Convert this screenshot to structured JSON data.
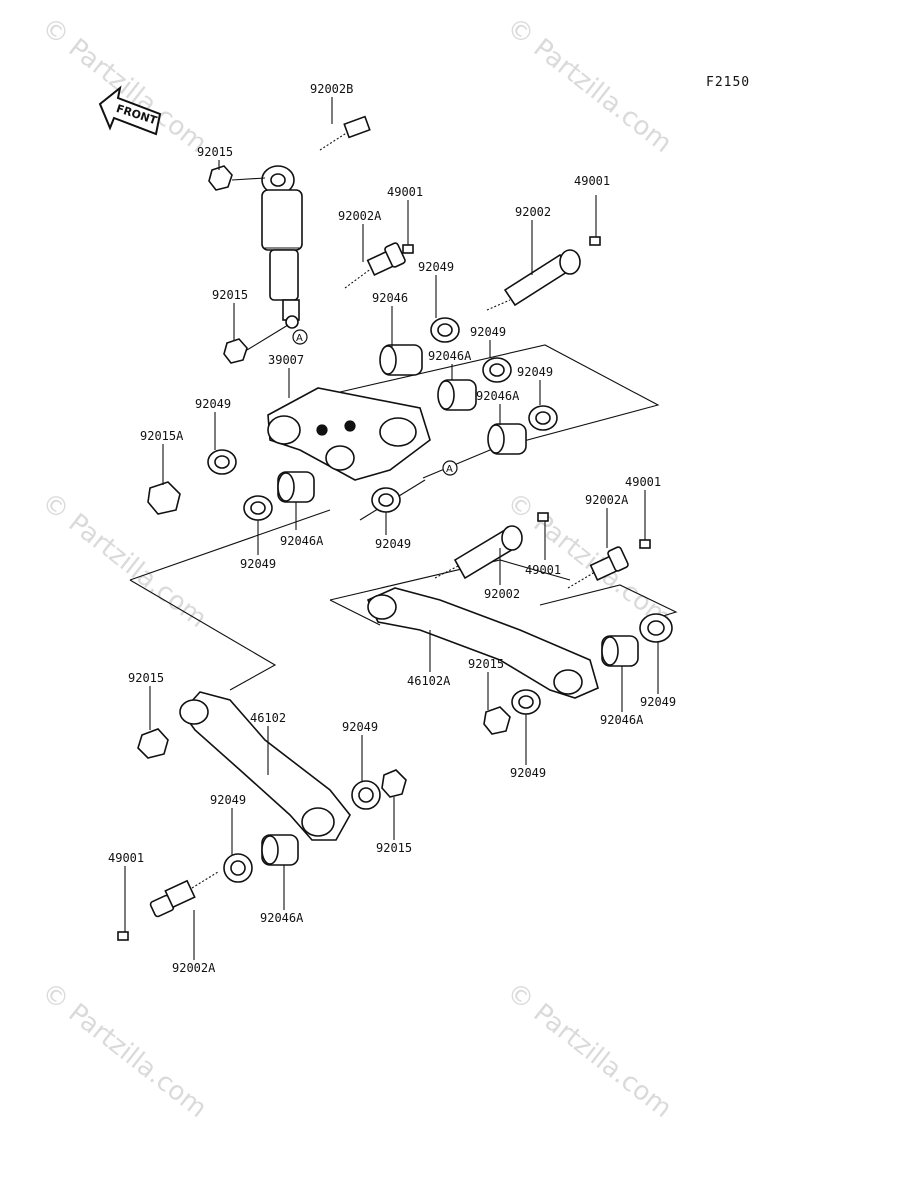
{
  "figure_code": "F2150",
  "front_label": "FRONT",
  "ref_marker": "A",
  "watermark": "© Partzilla.com",
  "labels": {
    "p92002B": "92002B",
    "p92015_a": "92015",
    "p92015_b": "92015",
    "p92015A": "92015A",
    "p49001_a": "49001",
    "p49001_b": "49001",
    "p92002A_a": "92002A",
    "p92002": "92002",
    "p92049_a": "92049",
    "p92046": "92046",
    "p92049_b": "92049",
    "p92046A_a": "92046A",
    "p92049_c": "92049",
    "p92046A_b": "92046A",
    "p39007": "39007",
    "p92049_d": "92049",
    "p92049_e": "92049",
    "p92046A_c": "92046A",
    "p92049_f": "92049",
    "p49001_c": "49001",
    "p92002A_b": "92002A",
    "p49001_d": "49001",
    "p92002_b": "92002",
    "p46102A": "46102A",
    "p92015_c": "92015",
    "p92049_g": "92049",
    "p92046A_d": "92046A",
    "p92049_h": "92049",
    "p92015_d": "92015",
    "p46102": "46102",
    "p92049_i": "92049",
    "p92049_j": "92049",
    "p92015_e": "92015",
    "p49001_e": "49001",
    "p92046A_e": "92046A",
    "p92002A_c": "92002A"
  }
}
